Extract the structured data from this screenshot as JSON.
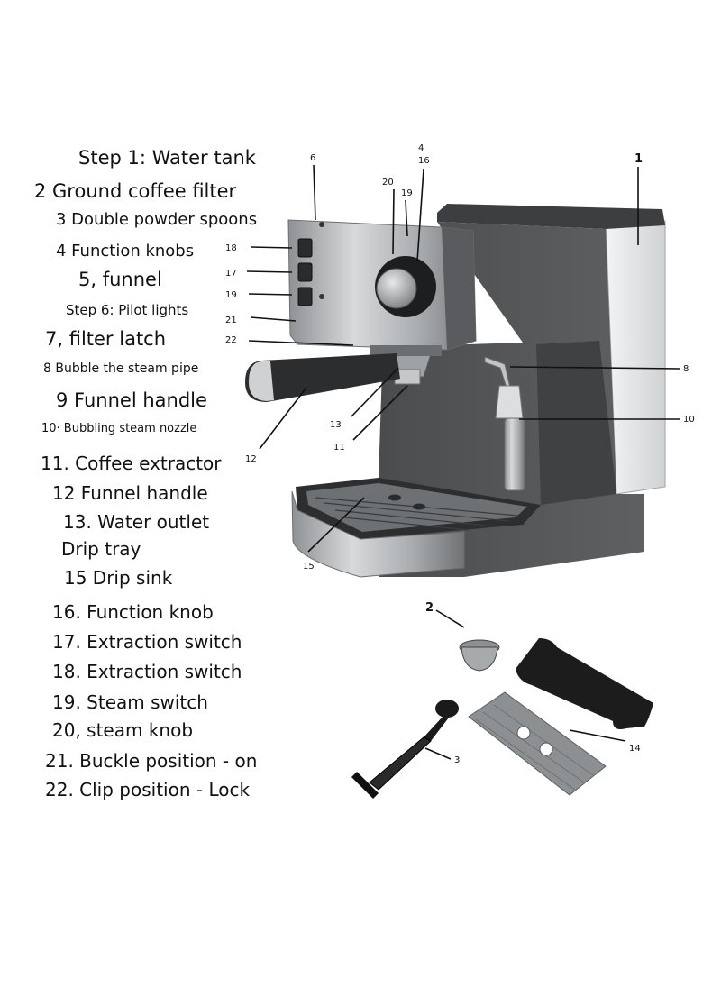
{
  "legend": [
    "Step 1: Water tank",
    "2 Ground coffee filter",
    "3 Double powder spoons",
    "4 Function knobs",
    "5, funnel",
    "Step 6: Pilot lights",
    "7, filter latch",
    "8 Bubble the steam pipe",
    "9 Funnel handle",
    "10· Bubbling steam nozzle",
    "11. Coffee extractor",
    "12 Funnel handle",
    "13. Water outlet",
    "Drip tray",
    "15 Drip sink",
    "16. Function knob",
    "17. Extraction switch",
    "18. Extraction switch",
    "19. Steam switch",
    "20, steam knob",
    "21. Buckle position - on",
    "22. Clip position - Lock"
  ],
  "callouts": {
    "n1": "1",
    "n2": "2",
    "n3": "3",
    "n4": "4",
    "n6": "6",
    "n8": "8",
    "n10": "10",
    "n11": "11",
    "n12": "12",
    "n13": "13",
    "n14": "14",
    "n15": "15",
    "n16": "16",
    "n17": "17",
    "n18": "18",
    "n19a": "19",
    "n19b": "19",
    "n20": "20",
    "n21": "21",
    "n22": "22"
  },
  "colors": {
    "machine_body": "#555759",
    "stainless": "#b9bcbf",
    "water_tank": "#e4e6e8",
    "tray_accessory": "#1c1c1c",
    "grate": "#8d9093"
  }
}
